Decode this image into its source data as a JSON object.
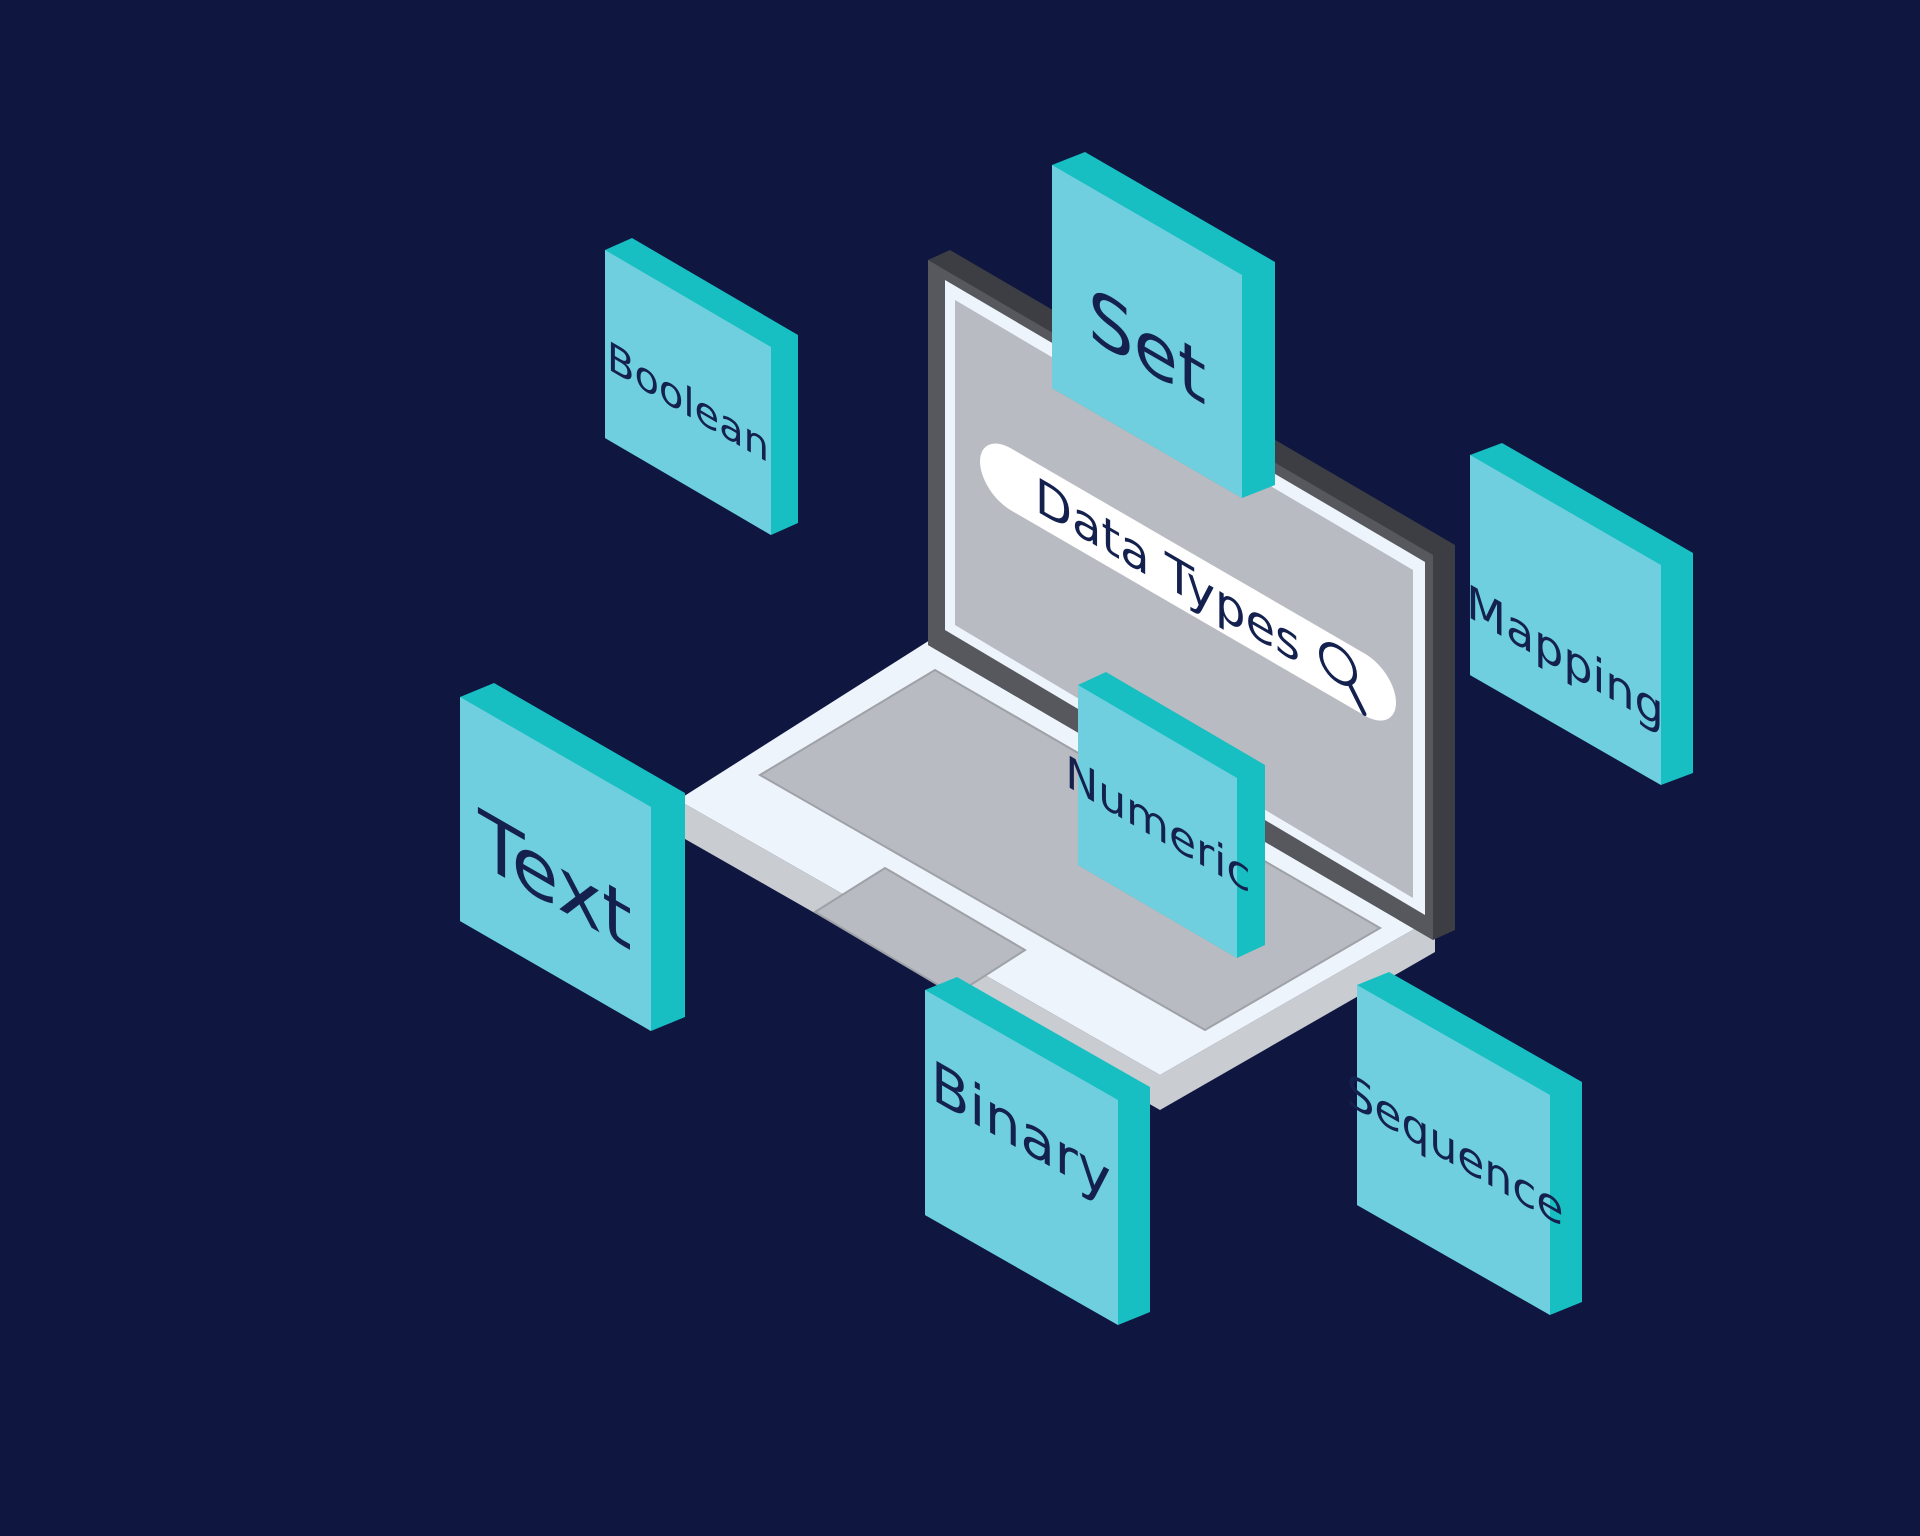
{
  "search": {
    "label": "Data Types"
  },
  "tiles": {
    "set": "Set",
    "boolean": "Boolean",
    "mapping": "Mapping",
    "text": "Text",
    "numeric": "Numeric",
    "binary": "Binary",
    "sequence": "Sequence"
  },
  "colors": {
    "background": "#0f1640",
    "tile_face": "#6fcfde",
    "tile_side": "#17bfc2",
    "label_text": "#14214e",
    "laptop_frame": "#56585d",
    "screen": "#b8bbc1",
    "laptop_base": "#eef4fb",
    "laptop_base_edge": "#c9ccd1"
  },
  "icons": {
    "search": "search-icon"
  }
}
